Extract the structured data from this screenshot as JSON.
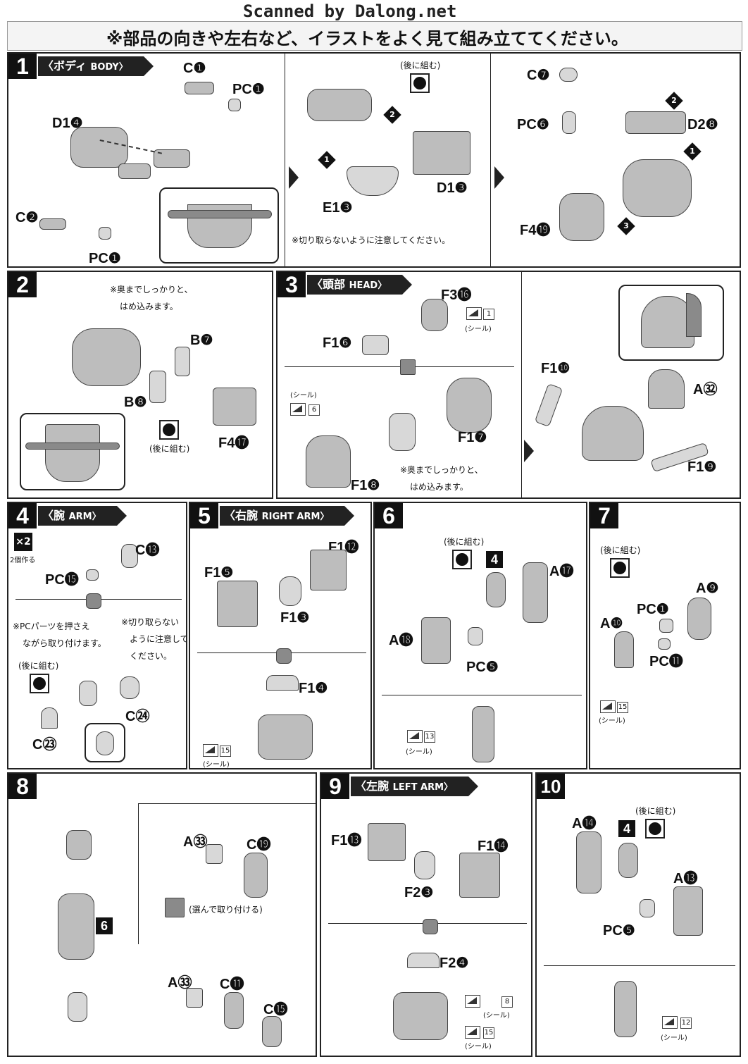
{
  "watermark": "Scanned by Dalong.net",
  "header": {
    "text": "※部品の向きや左右など、イラストをよく見て組み立ててください。"
  },
  "steps": {
    "s1": {
      "num": "1",
      "title_jp": "〈ボディ",
      "title_en": "BODY〉",
      "labels": {
        "c1": "C❶",
        "pc1a": "PC❶",
        "d14": "D1❹",
        "c2": "C❷",
        "pc1b": "PC❶",
        "e13": "E1❸",
        "d13": "D1❸",
        "c7": "C❼",
        "pc6": "PC❻",
        "d28": "D2❽",
        "f419": "F4⓳"
      },
      "note_back": "(後に組む)",
      "note_cut": "※切り取らないように注意してください。",
      "diamonds": {
        "one": "1",
        "two": "2",
        "three": "3"
      }
    },
    "s2": {
      "num": "2",
      "labels": {
        "b7": "B❼",
        "b8": "B❽",
        "f417": "F4⓱"
      },
      "note_push_1": "※奥までしっかりと、",
      "note_push_2": "はめ込みます。",
      "note_back": "(後に組む)"
    },
    "s3": {
      "num": "3",
      "title_jp": "〈頭部",
      "title_en": "HEAD〉",
      "labels": {
        "f316": "F3⓰",
        "f16": "F1❻",
        "f17": "F1❼",
        "f18": "F1❽",
        "f110": "F1❿",
        "a32": "A㉜",
        "f19": "F1❾"
      },
      "seal": "(シール)",
      "sticker1": "1",
      "sticker6": "6",
      "note_push_1": "※奥までしっかりと、",
      "note_push_2": "はめ込みます。"
    },
    "s4": {
      "num": "4",
      "title_jp": "〈腕",
      "title_en": "ARM〉",
      "x2": "×2",
      "make2": "2個作る",
      "labels": {
        "c13": "C⓭",
        "pc15": "PC⓯",
        "c24": "C㉔",
        "c23": "C㉓"
      },
      "note_pc_1": "※PCパーツを押さえ",
      "note_pc_2": "ながら取り付けます。",
      "note_cut_1": "※切り取らない",
      "note_cut_2": "ように注意して",
      "note_cut_3": "ください。",
      "note_back": "(後に組む)"
    },
    "s5": {
      "num": "5",
      "title_jp": "〈右腕",
      "title_en": "RIGHT ARM〉",
      "labels": {
        "f15": "F1❺",
        "f112": "F1⓬",
        "f13": "F1❸",
        "f14": "F1❹"
      },
      "sticker15": "15",
      "seal": "(シール)"
    },
    "s6": {
      "num": "6",
      "labels": {
        "a17": "A⓱",
        "a18": "A⓲",
        "pc5": "PC❺"
      },
      "box4": "4",
      "note_back": "(後に組む)",
      "sticker13": "13",
      "seal": "(シール)"
    },
    "s7": {
      "num": "7",
      "labels": {
        "a9": "A❾",
        "pc1": "PC❶",
        "a10": "A❿",
        "pc11": "PC⓫"
      },
      "note_back": "(後に組む)",
      "sticker15": "15",
      "seal": "(シール)"
    },
    "s8": {
      "num": "8",
      "labels": {
        "a33a": "A㉝",
        "c19": "C⓳",
        "a33b": "A㉝",
        "c11": "C⓫",
        "c15": "C⓯"
      },
      "box6": "6",
      "note_choose": "(選んで取り付ける)"
    },
    "s9": {
      "num": "9",
      "title_jp": "〈左腕",
      "title_en": "LEFT ARM〉",
      "labels": {
        "f113": "F1⓭",
        "f114": "F1⓮",
        "f23": "F2❸",
        "f24": "F2❹"
      },
      "sticker8": "8",
      "sticker15": "15",
      "seal": "(シール)"
    },
    "s10": {
      "num": "10",
      "labels": {
        "a14": "A⓮",
        "a13": "A⓭",
        "pc5": "PC❺"
      },
      "box4": "4",
      "note_back": "(後に組む)",
      "sticker12": "12",
      "seal": "(シール)"
    }
  }
}
